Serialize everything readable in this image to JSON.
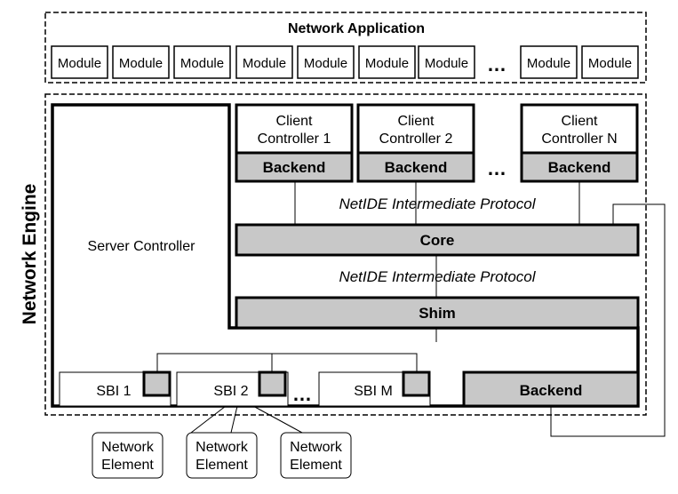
{
  "application": {
    "title": "Network Application",
    "module_label": "Module",
    "module_count": 9,
    "ellipsis": "…"
  },
  "engine": {
    "title": "Network Engine",
    "server_controller": "Server Controller",
    "clients": [
      {
        "line1": "Client",
        "line2": "Controller 1"
      },
      {
        "line1": "Client",
        "line2": "Controller 2"
      },
      {
        "line1": "Client",
        "line2": "Controller N"
      }
    ],
    "backend_label": "Backend",
    "ellipsis": "…",
    "protocol_label": "NetIDE Intermediate Protocol",
    "core_label": "Core",
    "shim_label": "Shim",
    "sbi": [
      "SBI 1",
      "SBI 2",
      "SBI M"
    ],
    "sbi_backend_label": "Backend"
  },
  "network_elements": [
    {
      "line1": "Network",
      "line2": "Element"
    },
    {
      "line1": "Network",
      "line2": "Element"
    },
    {
      "line1": "Network",
      "line2": "Element"
    }
  ],
  "colors": {
    "grey_box": "#c8c8c8",
    "stroke": "#000000",
    "background": "#ffffff"
  }
}
